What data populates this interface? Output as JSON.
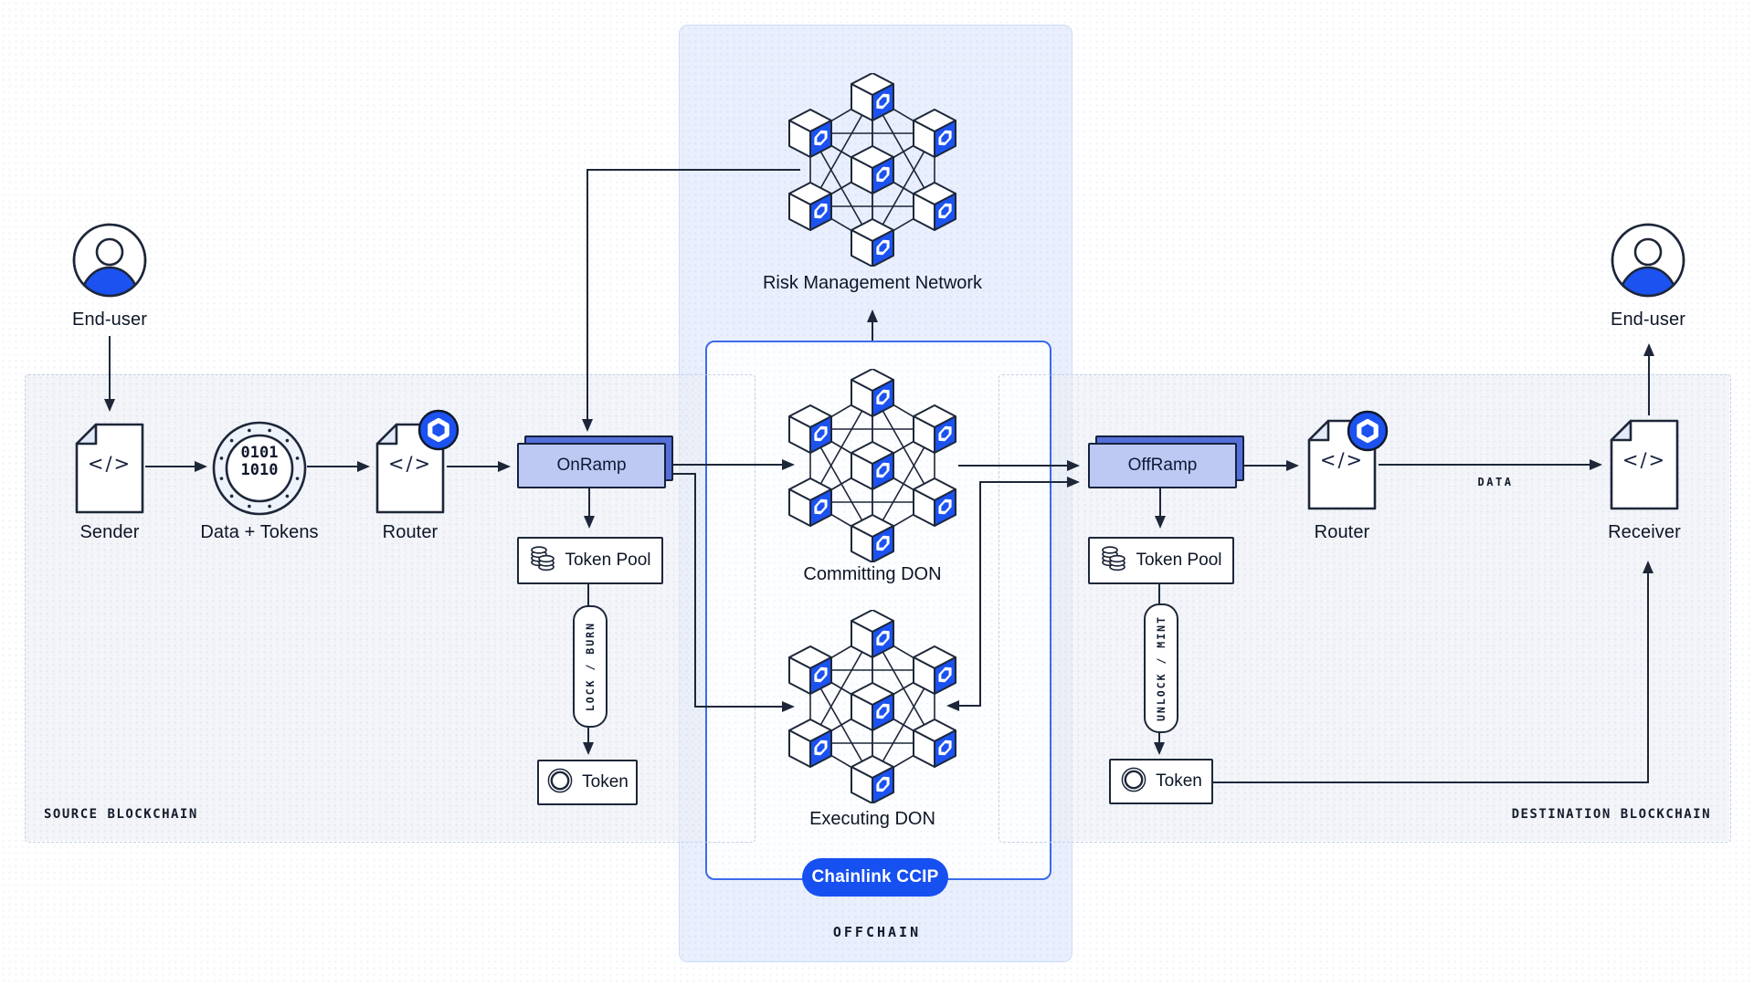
{
  "diagram": {
    "source_panel": {
      "label": "SOURCE BLOCKCHAIN"
    },
    "destination_panel": {
      "label": "DESTINATION BLOCKCHAIN"
    },
    "offchain_panel": {
      "label": "OFFCHAIN",
      "ccip_badge": "Chainlink CCIP"
    },
    "edges": {
      "data_label": "DATA"
    },
    "nodes": {
      "end_user_left": "End-user",
      "sender": "Sender",
      "data_tokens": {
        "label": "Data + Tokens",
        "binary_line1": "0101",
        "binary_line2": "1010"
      },
      "router_left": "Router",
      "onramp": "OnRamp",
      "token_pool_left": "Token Pool",
      "lock_burn": "LOCK / BURN",
      "token_left": "Token",
      "risk_management": "Risk Management Network",
      "committing_don": "Committing DON",
      "executing_don": "Executing DON",
      "offramp": "OffRamp",
      "token_pool_right": "Token Pool",
      "unlock_mint": "UNLOCK / MINT",
      "token_right": "Token",
      "router_right": "Router",
      "receiver": "Receiver",
      "end_user_right": "End-user"
    },
    "colors": {
      "accent_blue": "#1b52f0",
      "ccip_pill_blue": "#1750f0",
      "ramp_fill": "#bdc9f2",
      "ramp_shadow": "#5470d8",
      "outline_navy": "#1d2739",
      "offchain_bg": "#e9effc",
      "inner_box_border": "#3a6bea",
      "panel_border": "#c2cfe8"
    }
  }
}
